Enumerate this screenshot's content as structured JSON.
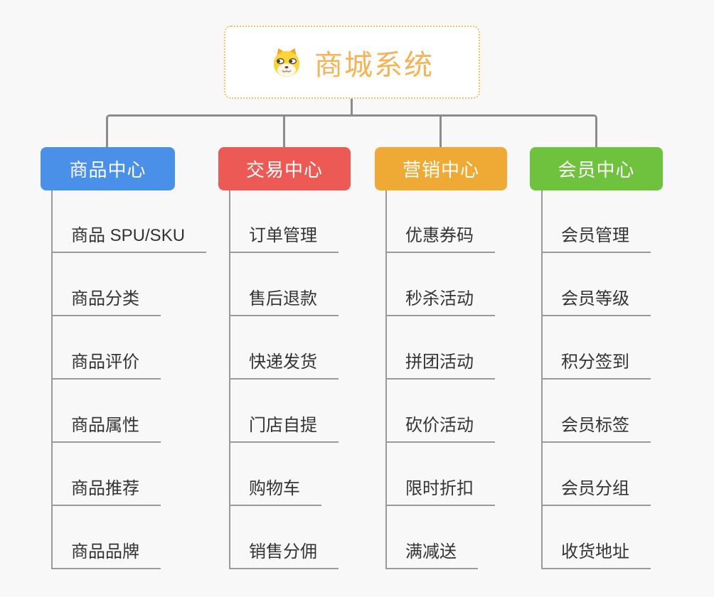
{
  "root": {
    "label": "商城系统",
    "icon": "dog-face-icon",
    "text_color": "#f6b254",
    "border_color": "#f3c06b"
  },
  "connector_colors": {
    "rail": "#8c8c8c",
    "trunk": "#9a9a9a"
  },
  "branches": [
    {
      "label": "商品中心",
      "color": "#4a90e8",
      "items": [
        "商品 SPU/SKU",
        "商品分类",
        "商品评价",
        "商品属性",
        "商品推荐",
        "商品品牌"
      ]
    },
    {
      "label": "交易中心",
      "color": "#ed5a55",
      "items": [
        "订单管理",
        "售后退款",
        "快递发货",
        "门店自提",
        "购物车",
        "销售分佣"
      ]
    },
    {
      "label": "营销中心",
      "color": "#efa935",
      "items": [
        "优惠券码",
        "秒杀活动",
        "拼团活动",
        "砍价活动",
        "限时折扣",
        "满减送"
      ]
    },
    {
      "label": "会员中心",
      "color": "#6fc23e",
      "items": [
        "会员管理",
        "会员等级",
        "积分签到",
        "会员标签",
        "会员分组",
        "收货地址"
      ]
    }
  ]
}
